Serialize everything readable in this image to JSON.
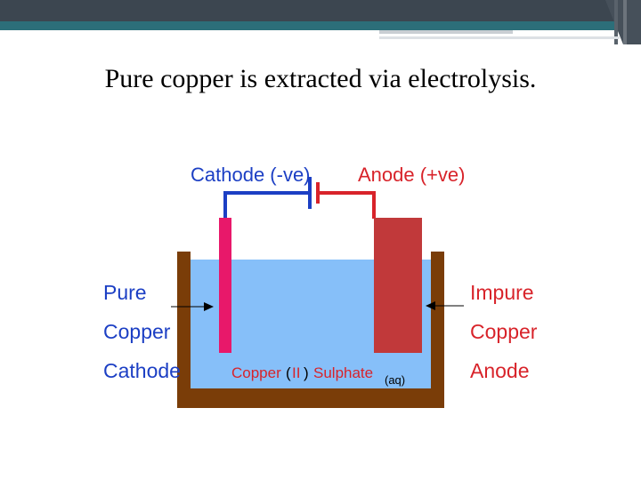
{
  "slide": {
    "title": "Pure copper is extracted via electrolysis."
  },
  "diagram": {
    "cathode_terminal_label": "Cathode (-ve)",
    "anode_terminal_label": "Anode (+ve)",
    "left_label_lines": [
      "Pure",
      "Copper",
      "Cathode"
    ],
    "right_label_lines": [
      "Impure",
      "Copper",
      "Anode"
    ],
    "electrolyte_name": "Copper",
    "electrolyte_oxidation_state": "II",
    "electrolyte_salt": "Sulphate",
    "electrolyte_state": "(aq)"
  },
  "colors": {
    "header_dark": "#3c4650",
    "header_teal": "#2c6e79",
    "cathode_wire": "#1c3fc4",
    "anode_wire": "#d8232a",
    "cathode_plate": "#e8186a",
    "anode_plate": "#c1393a",
    "electrolyte": "#86bff9",
    "tank": "#7a3d08",
    "label_blue": "#1c3fc4",
    "label_red": "#d8232a"
  }
}
